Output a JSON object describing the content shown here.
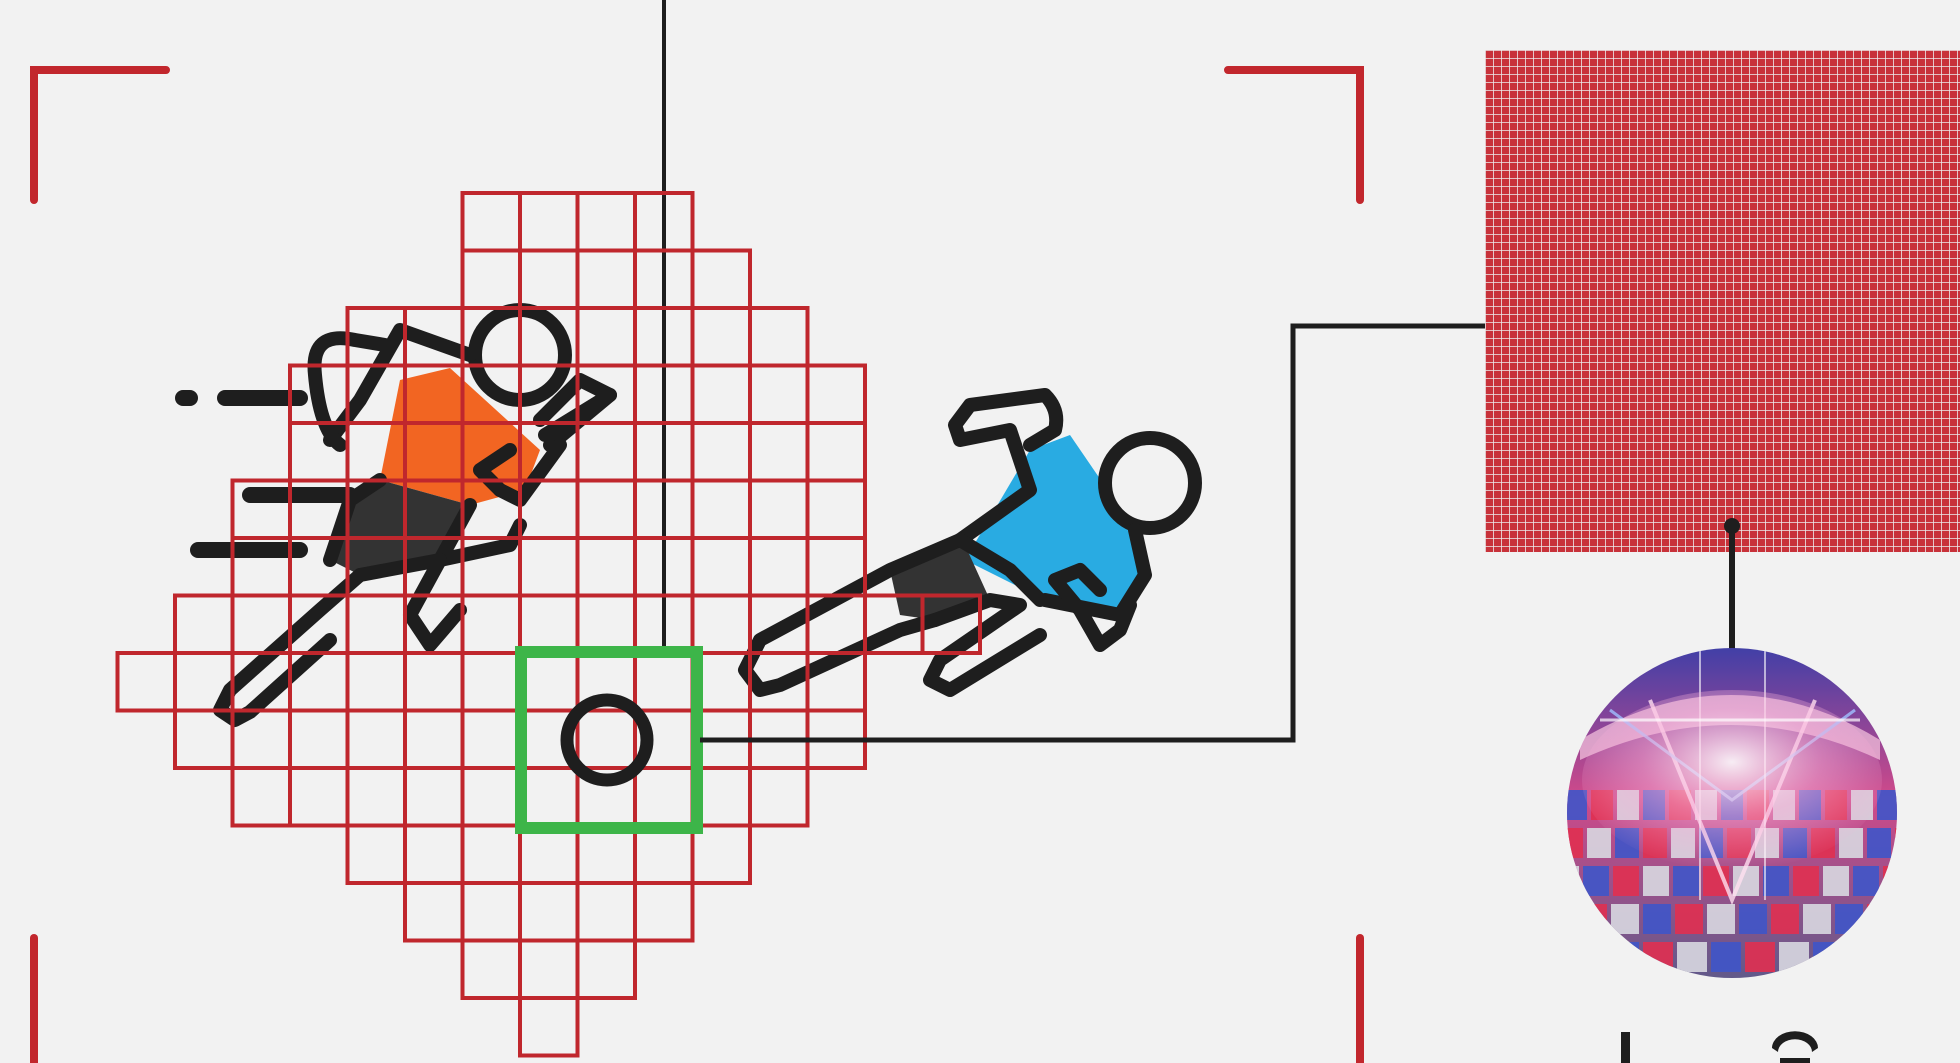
{
  "colors": {
    "background": "#f2f2f2",
    "frame": "#c2272d",
    "grid": "#c0272d",
    "fine_grid_fill": "#c8323a",
    "fine_grid_lines": "#ececec",
    "focus_box": "#3db549",
    "ink": "#1e1e1e",
    "runner_shirt_orange": "#f26522",
    "runner_shirt_blue": "#29abe2",
    "runner_shorts": "#333333",
    "sphere_red": "#e03050",
    "sphere_blue": "#3f55c8",
    "sphere_glow": "#f8d0e8"
  },
  "icons": {
    "frame_corners": "viewfinder-corner-icon",
    "runner_left": "running-person-orange-shirt-icon",
    "runner_right": "running-person-blue-shirt-icon",
    "focus_point": "target-ring-icon",
    "magnified_panel": "dense-pixel-grid-icon",
    "sensor_view": "pixel-sensor-array-icon"
  },
  "grid_pattern": {
    "description_rows": [
      [
        5,
        9
      ],
      [
        5,
        10
      ],
      [
        3,
        11
      ],
      [
        2,
        12
      ],
      [
        2,
        12
      ],
      [
        1,
        12
      ],
      [
        1,
        12
      ],
      [
        0,
        13
      ],
      [
        -1,
        12
      ],
      [
        0,
        12
      ],
      [
        1,
        11
      ],
      [
        3,
        10
      ],
      [
        4,
        9
      ],
      [
        5,
        8
      ],
      [
        6,
        7
      ]
    ],
    "extra_cells": [
      [
        13,
        7
      ]
    ]
  }
}
